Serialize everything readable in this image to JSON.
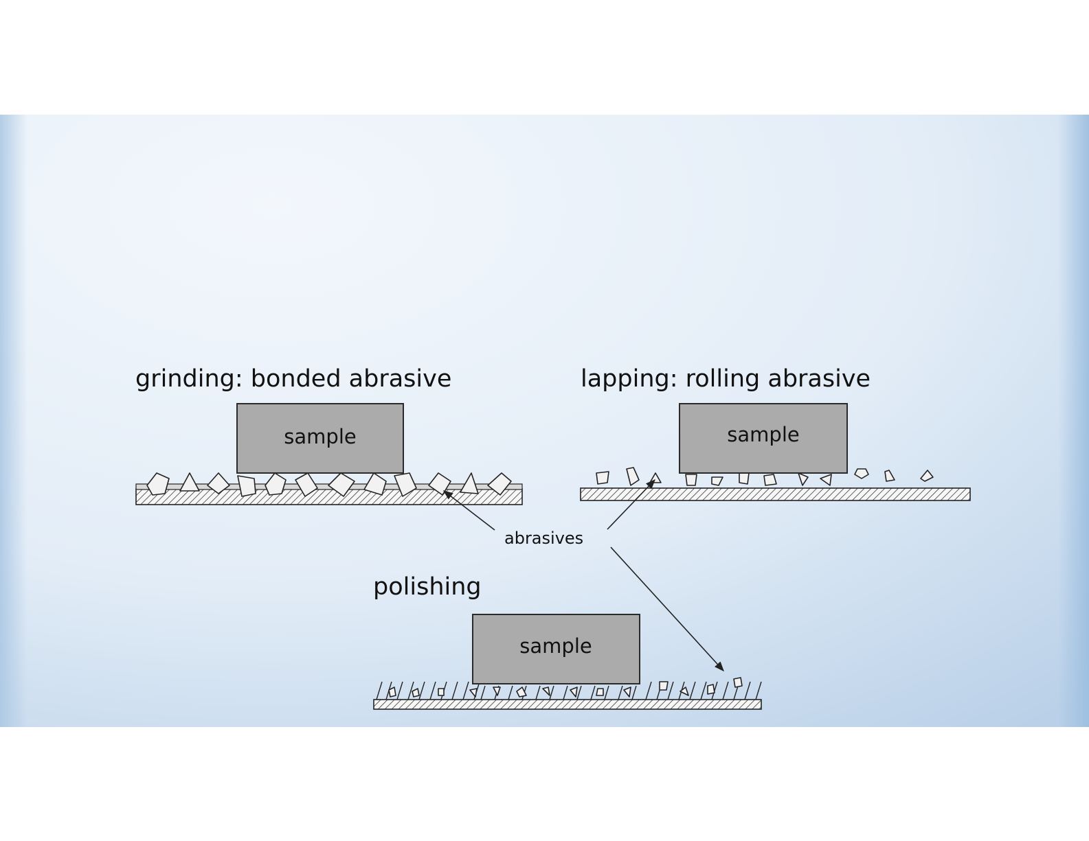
{
  "diagram": {
    "grinding": {
      "title": "grinding: bonded abrasive",
      "sample_label": "sample"
    },
    "lapping": {
      "title": "lapping: rolling abrasive",
      "sample_label": "sample"
    },
    "polishing": {
      "title": "polishing",
      "sample_label": "sample"
    },
    "callout": {
      "label": "abrasives"
    }
  },
  "colors": {
    "slide_bg_center": "#eef4fa",
    "slide_bg_edge": "#a9c6e3",
    "sample_fill": "#ababab",
    "abrasive_fill": "#f2f2f2",
    "line": "#222222"
  }
}
